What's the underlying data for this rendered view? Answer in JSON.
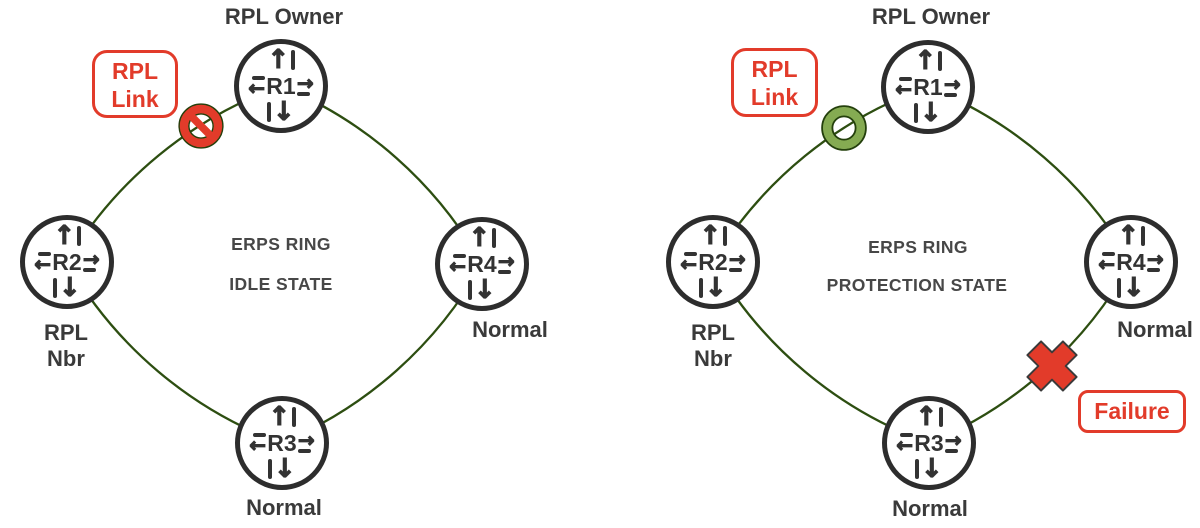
{
  "colors": {
    "ring_line_green": "#2d4e11",
    "alert_red": "#e23b2a",
    "open_green": "#85ab52",
    "router_dark": "#2d2d2d",
    "label_dark": "#3a3a3a"
  },
  "icons": {
    "blocked": "no-entry-icon",
    "open": "open-ring-icon",
    "failure": "x-mark-icon",
    "router_ports": "four-arrows-router-icon"
  },
  "router_glyphs": {
    "up": "↑",
    "down": "↓",
    "left": "←",
    "right": "→"
  },
  "idle": {
    "title1": "ERPS RING",
    "title2": "IDLE STATE",
    "rpl_link": {
      "line1": "RPL",
      "line2": "Link"
    },
    "routers": {
      "r1": {
        "name": "R1",
        "role": "RPL Owner"
      },
      "r2": {
        "name": "R2",
        "role1": "RPL",
        "role2": "Nbr"
      },
      "r3": {
        "name": "R3",
        "role": "Normal"
      },
      "r4": {
        "name": "R4",
        "role": "Normal"
      }
    }
  },
  "protection": {
    "title1": "ERPS RING",
    "title2": "PROTECTION STATE",
    "rpl_link": {
      "line1": "RPL",
      "line2": "Link"
    },
    "failure_label": "Failure",
    "routers": {
      "r1": {
        "name": "R1",
        "role": "RPL Owner"
      },
      "r2": {
        "name": "R2",
        "role1": "RPL",
        "role2": "Nbr"
      },
      "r3": {
        "name": "R3",
        "role": "Normal"
      },
      "r4": {
        "name": "R4",
        "role": "Normal"
      }
    }
  }
}
